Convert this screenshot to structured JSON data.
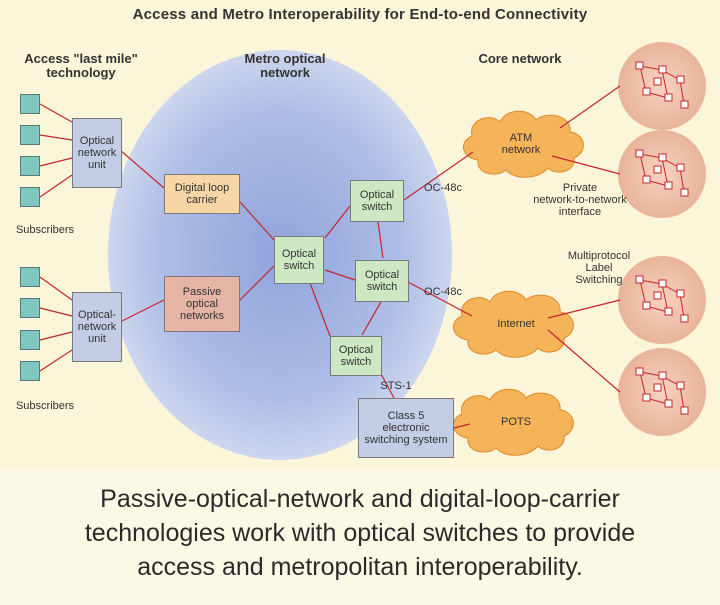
{
  "title": "Access and Metro Interoperability for End-to-end Connectivity",
  "headers": {
    "access": "Access \"last mile\"\ntechnology",
    "metro": "Metro optical\nnetwork",
    "core": "Core network"
  },
  "nodes": {
    "onu_top": "Optical\nnetwork\nunit",
    "onu_bottom": "Optical-\nnetwork\nunit",
    "dlc": "Digital loop\ncarrier",
    "pon": "Passive\noptical\nnetworks",
    "switch_center": "Optical\nswitch",
    "switch_top": "Optical\nswitch",
    "switch_mid": "Optical\nswitch",
    "switch_bottom": "Optical\nswitch",
    "class5": "Class 5\nelectronic\nswitching system"
  },
  "clouds": {
    "atm": "ATM\nnetwork",
    "internet": "Internet",
    "pots": "POTS"
  },
  "labels": {
    "subscribers_top": "Subscribers",
    "subscribers_bottom": "Subscribers",
    "oc48c_top": "OC-48c",
    "oc48c_bottom": "OC-48c",
    "sts1": "STS-1",
    "private_nni": "Private\nnetwork-to-network\ninterface",
    "mpls": "Multiprotocol\nLabel\nSwitching"
  },
  "caption": [
    "Passive-optical-network and digital-loop-carrier",
    "technologies work with optical switches to provide",
    "access and metropolitan interoperability."
  ],
  "colors": {
    "link": "#c8242f",
    "metro_ellipse": "#b7c4e6",
    "cloud": "#f5b35a",
    "core_circle": "#f0c0a8",
    "background": "#fbf5da"
  }
}
